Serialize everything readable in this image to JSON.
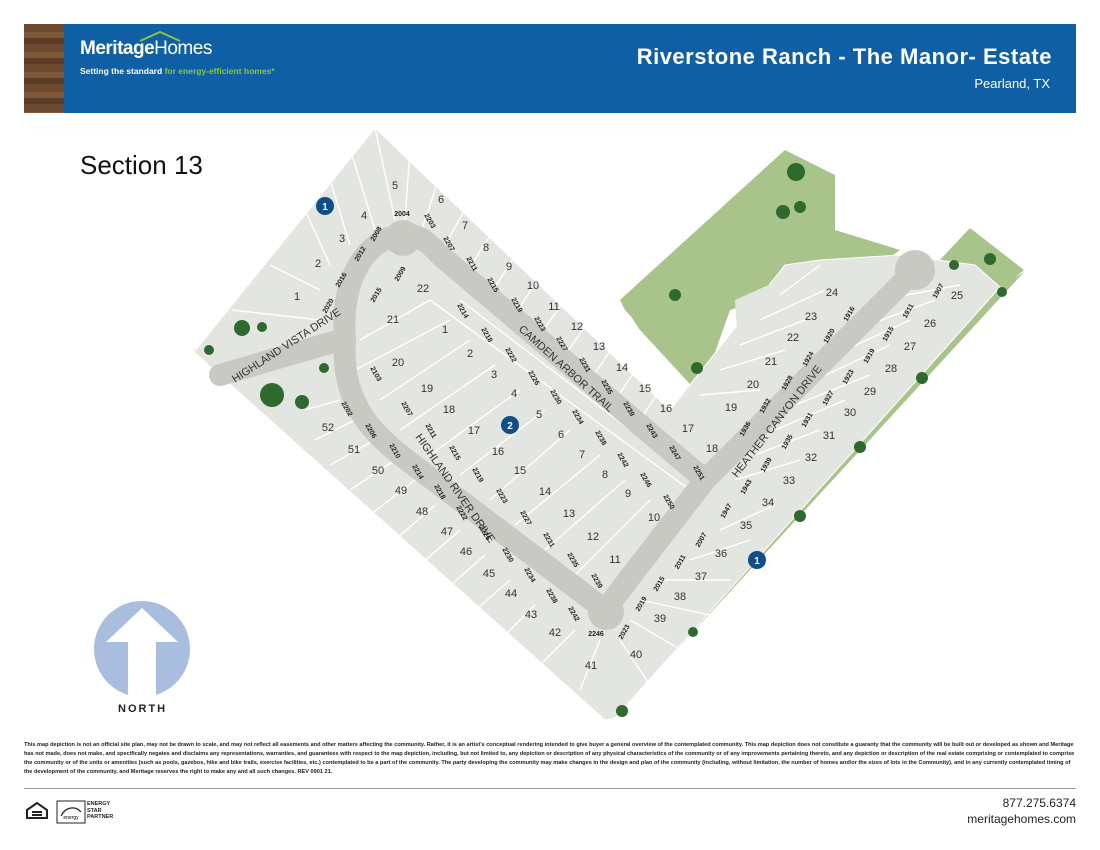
{
  "header": {
    "brand_left": "Meritage",
    "brand_right": "Homes",
    "tagline_white": "Setting the standard",
    "tagline_green": "for energy-efficient homes*",
    "title": "Riverstone Ranch - The Manor- Estate",
    "location": "Pearland, TX"
  },
  "section_title": "Section 13",
  "north_label": "NORTH",
  "streets": [
    "HIGHLAND VISTA DRIVE",
    "CAMDEN ARBOR TRAIL",
    "HIGHLAND RIVER DRIVE",
    "HEATHER CANYON DRIVE"
  ],
  "markers": [
    "1",
    "2",
    "1"
  ],
  "lots": [
    {
      "n": "5"
    },
    {
      "n": "6"
    },
    {
      "n": "4"
    },
    {
      "n": "7"
    },
    {
      "n": "3"
    },
    {
      "n": "8"
    },
    {
      "n": "2"
    },
    {
      "n": "9"
    },
    {
      "n": "10"
    },
    {
      "n": "1"
    },
    {
      "n": "22"
    },
    {
      "n": "11"
    },
    {
      "n": "21"
    },
    {
      "n": "1"
    },
    {
      "n": "12"
    },
    {
      "n": "13"
    },
    {
      "n": "2"
    },
    {
      "n": "20"
    },
    {
      "n": "14"
    },
    {
      "n": "3"
    },
    {
      "n": "19"
    },
    {
      "n": "15"
    },
    {
      "n": "4"
    },
    {
      "n": "18"
    },
    {
      "n": "16"
    },
    {
      "n": "5"
    },
    {
      "n": "17"
    },
    {
      "n": "17"
    },
    {
      "n": "6"
    },
    {
      "n": "16"
    },
    {
      "n": "18"
    },
    {
      "n": "52"
    },
    {
      "n": "7"
    },
    {
      "n": "51"
    },
    {
      "n": "15"
    },
    {
      "n": "8"
    },
    {
      "n": "50"
    },
    {
      "n": "14"
    },
    {
      "n": "9"
    },
    {
      "n": "49"
    },
    {
      "n": "10"
    },
    {
      "n": "13"
    },
    {
      "n": "48"
    },
    {
      "n": "12"
    },
    {
      "n": "47"
    },
    {
      "n": "11"
    },
    {
      "n": "46"
    },
    {
      "n": "45"
    },
    {
      "n": "44"
    },
    {
      "n": "43"
    },
    {
      "n": "42"
    },
    {
      "n": "41"
    },
    {
      "n": "40"
    },
    {
      "n": "39"
    },
    {
      "n": "38"
    },
    {
      "n": "37"
    },
    {
      "n": "36"
    },
    {
      "n": "35"
    },
    {
      "n": "34"
    },
    {
      "n": "33"
    },
    {
      "n": "32"
    },
    {
      "n": "31"
    },
    {
      "n": "30"
    },
    {
      "n": "29"
    },
    {
      "n": "28"
    },
    {
      "n": "27"
    },
    {
      "n": "26"
    },
    {
      "n": "25"
    },
    {
      "n": "24"
    },
    {
      "n": "23"
    },
    {
      "n": "22"
    },
    {
      "n": "21"
    },
    {
      "n": "20"
    },
    {
      "n": "19"
    }
  ],
  "addresses": [
    "2004",
    "2008",
    "2012",
    "2016",
    "2020",
    "2203",
    "2207",
    "2211",
    "2215",
    "2219",
    "2223",
    "2227",
    "2231",
    "2235",
    "2239",
    "2243",
    "2247",
    "2251",
    "2009",
    "2015",
    "2214",
    "2218",
    "2222",
    "2226",
    "2230",
    "2234",
    "2238",
    "2242",
    "2246",
    "2250",
    "2103",
    "2207",
    "2211",
    "2215",
    "2219",
    "2223",
    "2227",
    "2231",
    "2235",
    "2239",
    "2202",
    "2206",
    "2210",
    "2214",
    "2218",
    "2222",
    "2226",
    "2230",
    "2234",
    "2238",
    "2242",
    "2246",
    "2023",
    "2019",
    "2015",
    "2011",
    "2007",
    "1947",
    "1943",
    "1939",
    "1935",
    "1931",
    "1927",
    "1923",
    "1919",
    "1915",
    "1911",
    "1907",
    "1936",
    "1932",
    "1928",
    "1924",
    "1920",
    "1916"
  ],
  "disclaimer": "This map depiction is not an official site plan, may not be drawn to scale, and may not reflect all easements and other matters affecting the community. Rather, it is an artist's conceptual rendering intended to give buyer a general overview of the contemplated community. This map depiction does not constitute a guaranty that the community will be built out or developed as shown and Meritage has not made, does not make, and specifically negates and disclaims any representations, warranties, and guarantees with respect to the map depiction, including, but not limited to, any depiction or description of any physical characteristics of the community or of any improvements pertaining thereto, and any depiction or description of the real estate comprising or contemplated to comprise the community or of the units or amenities (such as pools, gazebos, hike and bike trails, exercise facilities, etc.) contemplated to be a part of the community. The party developing the community may make changes in the design and plan of the community (including, without limitation, the number of homes and/or the sizes of lots in the Community), and in any currently contemplated timing of the development of the community, and Meritage reserves the right to make any and all such changes. REV 0901 21.",
  "footer": {
    "phone": "877.275.6374",
    "website": "meritagehomes.com",
    "energy_star": [
      "ENERGY",
      "STAR",
      "PARTNER"
    ]
  },
  "colors": {
    "header_bg": "#0e5fa3",
    "lot": "#e3e5e1",
    "road": "#c8c9c2",
    "green": "#a9c48a",
    "marker": "#0e4f8a",
    "arrow": "#a9bedf"
  }
}
